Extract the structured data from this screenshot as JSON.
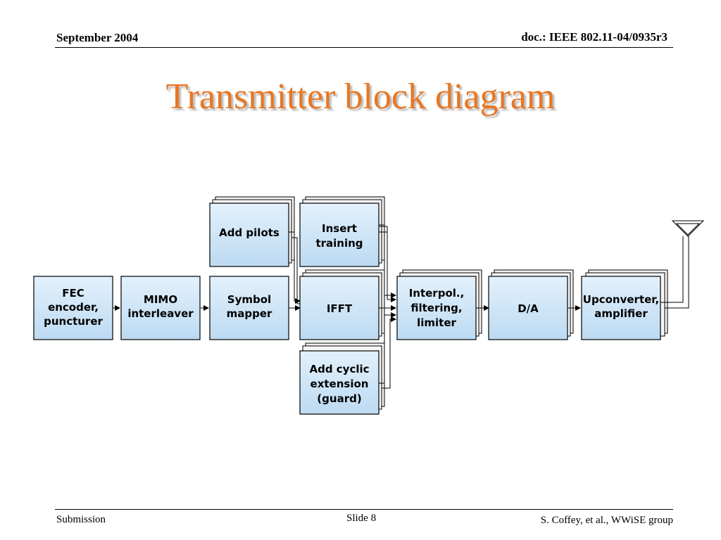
{
  "header": {
    "date": "September 2004",
    "doc_id": "doc.: IEEE 802.11-04/0935r3"
  },
  "title": "Transmitter block diagram",
  "blocks": {
    "fec": [
      "FEC",
      "encoder,",
      "puncturer"
    ],
    "mimo": [
      "MIMO",
      "interleaver"
    ],
    "symbol": [
      "Symbol",
      "mapper"
    ],
    "pilots": [
      "Add pilots"
    ],
    "training": [
      "Insert",
      "training"
    ],
    "ifft": [
      "IFFT"
    ],
    "cyclic": [
      "Add cyclic",
      "extension",
      "(guard)"
    ],
    "interp": [
      "Interpol.,",
      "filtering,",
      "limiter"
    ],
    "da": [
      "D/A"
    ],
    "upconv": [
      "Upconverter,",
      "amplifier"
    ]
  },
  "footer": {
    "left": "Submission",
    "center": "Slide 8",
    "right": "S. Coffey, et al., WWiSE group"
  },
  "colors": {
    "title": "#e87722",
    "block_fill": "#cfe6f8",
    "block_border": "#000000"
  }
}
